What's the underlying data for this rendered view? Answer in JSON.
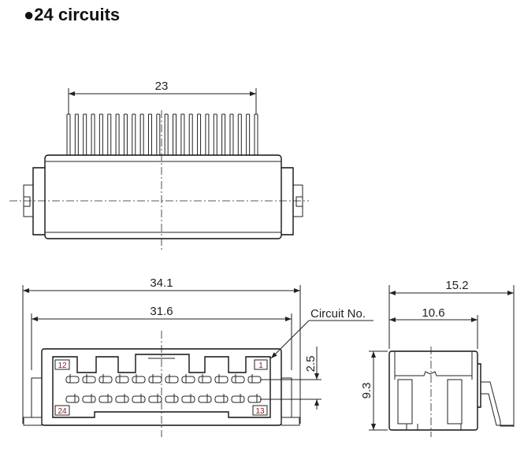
{
  "title": "●24 circuits",
  "top_view": {
    "dim_width": "23"
  },
  "front_view": {
    "dim_overall": "34.1",
    "dim_inner": "31.6",
    "dim_pitch_rows": "2.5",
    "circuit_label": "Circuit No.",
    "circuit_numbers": {
      "top_left": "12",
      "top_right": "1",
      "bottom_left": "24",
      "bottom_right": "13"
    },
    "pins_per_row": 12
  },
  "side_view": {
    "dim_depth": "15.2",
    "dim_body": "10.6",
    "dim_height": "9.3"
  },
  "total_pins": 24
}
